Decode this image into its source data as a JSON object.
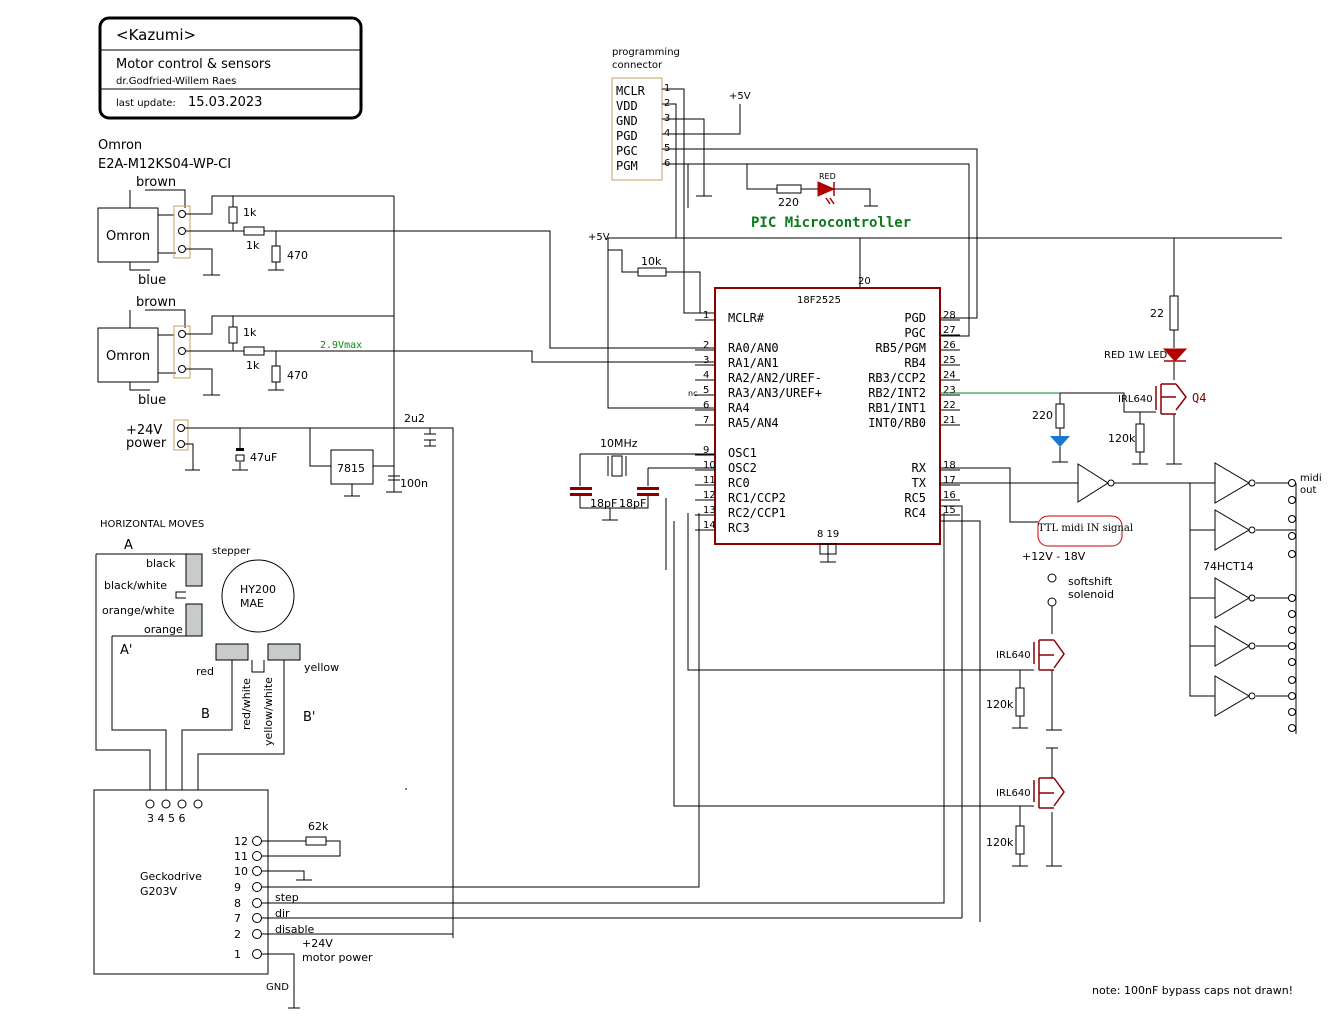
{
  "title_block": {
    "project": "<Kazumi>",
    "subtitle": "Motor  control  &  sensors",
    "author": "dr.Godfried-Willem Raes",
    "update_label": "last update:",
    "update_date": "15.03.2023"
  },
  "sensors": {
    "manufacturer": "Omron",
    "part": "E2A-M12KS04-WP-CI",
    "body_label": "Omron",
    "wire_top": "brown",
    "wire_bottom": "blue",
    "r_pullup": "1k",
    "r_series": "1k",
    "r_shunt": "470",
    "voltage_note": "2.9Vmax"
  },
  "power": {
    "label_24v": "+24V",
    "label_power": "power",
    "c_bulk": "47uF",
    "regulator": "7815",
    "c_decouple": "100n",
    "c_2u2": "2u2"
  },
  "programming": {
    "title_line1": "programming",
    "title_line2": "connector",
    "pins": [
      "MCLR",
      "VDD",
      "GND",
      "PGD",
      "PGC",
      "PGM"
    ],
    "pin_numbers": [
      "1",
      "2",
      "3",
      "4",
      "5",
      "6"
    ],
    "vcc": "+5V",
    "led_r": "220",
    "led_color": "RED"
  },
  "mcu": {
    "heading": "PIC Microcontroller",
    "part": "18F2525",
    "vcc": "+5V",
    "r_mclr": "10k",
    "pin20": "20",
    "gnd_pins": "8  19",
    "nc": "nc",
    "left_pins": [
      {
        "num": "1",
        "name": "MCLR#"
      },
      {
        "num": "2",
        "name": "RA0/AN0"
      },
      {
        "num": "3",
        "name": "RA1/AN1"
      },
      {
        "num": "4",
        "name": "RA2/AN2/UREF-"
      },
      {
        "num": "5",
        "name": "RA3/AN3/UREF+"
      },
      {
        "num": "6",
        "name": "RA4"
      },
      {
        "num": "7",
        "name": "RA5/AN4"
      },
      {
        "num": "9",
        "name": "OSC1"
      },
      {
        "num": "10",
        "name": "OSC2"
      },
      {
        "num": "11",
        "name": "RC0"
      },
      {
        "num": "12",
        "name": "RC1/CCP2"
      },
      {
        "num": "13",
        "name": "RC2/CCP1"
      },
      {
        "num": "14",
        "name": "RC3"
      }
    ],
    "right_pins": [
      {
        "num": "28",
        "name": "PGD"
      },
      {
        "num": "27",
        "name": "PGC"
      },
      {
        "num": "26",
        "name": "RB5/PGM"
      },
      {
        "num": "25",
        "name": "RB4"
      },
      {
        "num": "24",
        "name": "RB3/CCP2"
      },
      {
        "num": "23",
        "name": "RB2/INT2"
      },
      {
        "num": "22",
        "name": "RB1/INT1"
      },
      {
        "num": "21",
        "name": "INT0/RB0"
      },
      {
        "num": "18",
        "name": "RX"
      },
      {
        "num": "17",
        "name": "TX"
      },
      {
        "num": "16",
        "name": "RC5"
      },
      {
        "num": "15",
        "name": "RC4"
      }
    ]
  },
  "crystal": {
    "freq": "10MHz",
    "c1": "18pF",
    "c2": "18pF"
  },
  "led_stage": {
    "r": "22",
    "led": "RED 1W LED",
    "fet": "IRL640",
    "fet_ref": "Q4",
    "r_gate": "120k",
    "r_blue": "220"
  },
  "midi": {
    "ttl_note": "TTL midi IN signal",
    "ic": "74HCT14",
    "out_label1": "midi",
    "out_label2": "out"
  },
  "solenoid": {
    "supply": "+12V - 18V",
    "label1": "softshift",
    "label2": "solenoid",
    "fet": "IRL640",
    "r_gate": "120k"
  },
  "solenoid2": {
    "fet": "IRL640",
    "r_gate": "120k"
  },
  "stepper": {
    "heading": "HORIZONTAL MOVES",
    "label": "stepper",
    "model1": "HY200",
    "model2": "MAE",
    "coil_a": "A",
    "coil_a_prime": "A'",
    "coil_b": "B",
    "coil_b_prime": "B'",
    "wires": [
      "black",
      "black/white",
      "orange/white",
      "orange",
      "red",
      "red/white",
      "yellow/white",
      "yellow"
    ]
  },
  "gecko": {
    "name1": "Geckodrive",
    "name2": "G203V",
    "top_pins": "3  4   5  6",
    "pins": [
      "12",
      "11",
      "10",
      "9",
      "8",
      "7",
      "2",
      "1"
    ],
    "r": "62k",
    "sig_step": "step",
    "sig_dir": "dir",
    "sig_disable": "disable",
    "motor_v": "+24V",
    "motor_power": "motor power",
    "gnd": "GND"
  },
  "footnote": "note: 100nF bypass caps not drawn!"
}
